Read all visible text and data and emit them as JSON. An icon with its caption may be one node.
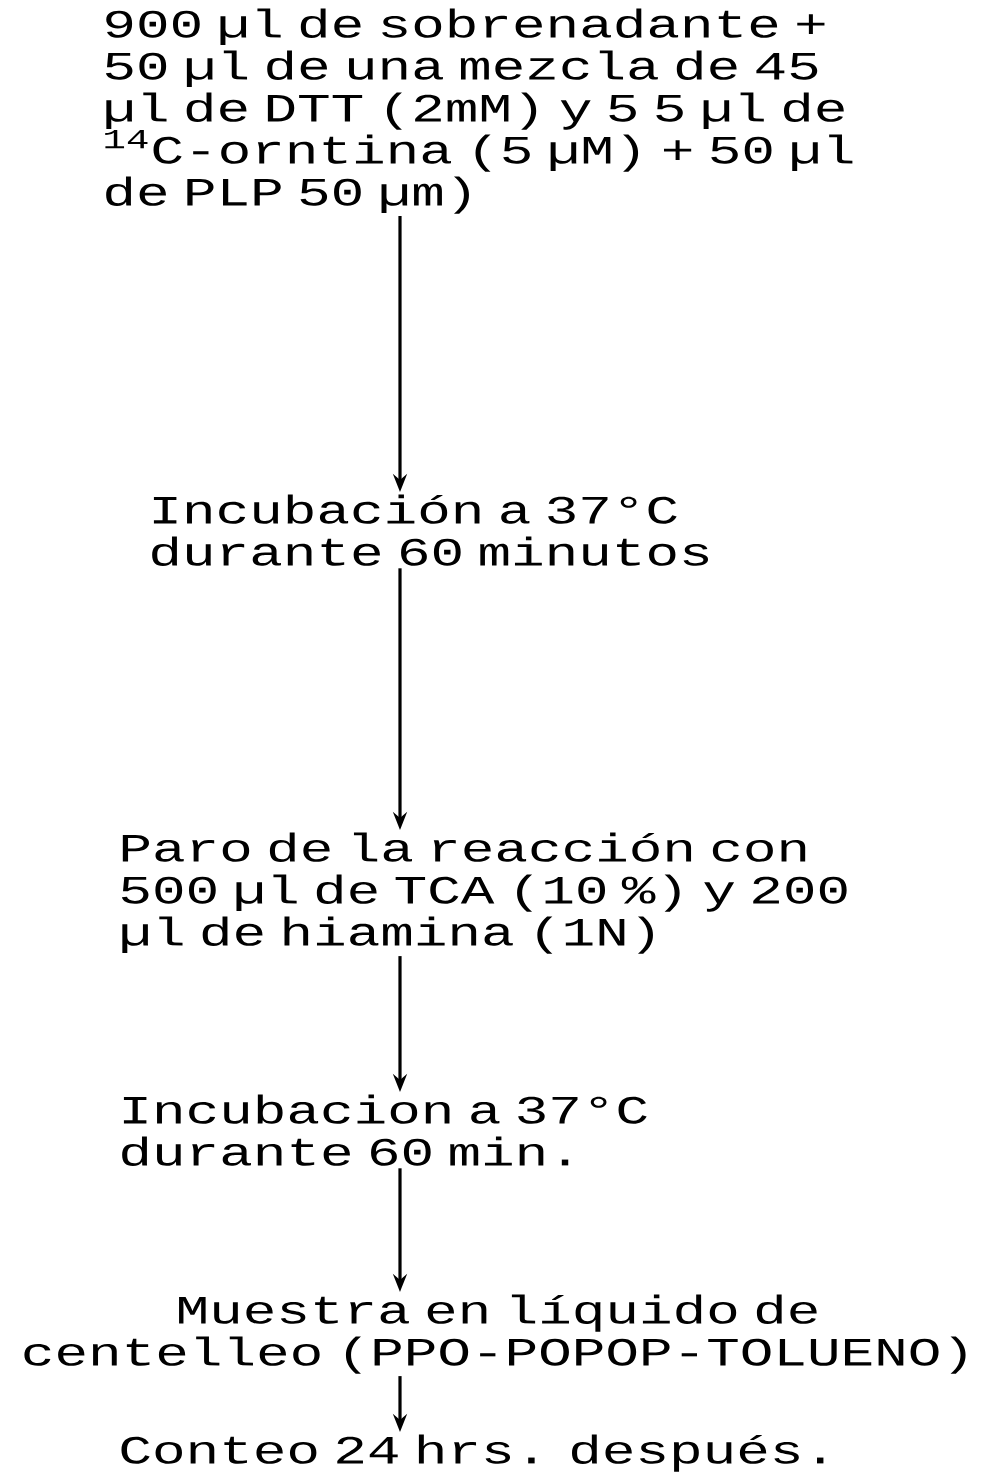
{
  "diagram": {
    "nodes": [
      {
        "text": [
          "900 µl de sobrenadante + 50 µl de una mezcla de 45 µl de DTT (2mM) y 5 5 µl de $^{14}$C-orntina (5 µM) + 50 µl de PLP 50 µm)"
        ]
      },
      {
        "text": [
          "Incubación a 37°C durante 60 minutos"
        ]
      },
      {
        "text": [
          "Paro de la reacción con 500 µl de TCA (10 %) y 200 µl de hiamina (1N)"
        ]
      },
      {
        "text": [
          "Incubacion a 37°C durante 60 min."
        ]
      },
      {
        "text": [
          "Muestra en líquido de centelleo (PPO-POPOP-TOLUENO)"
        ]
      },
      {
        "text": [
          "Conteo 24 hrs. después."
        ]
      }
    ],
    "edges": [
      {
        "from": 0,
        "to": 1,
        "arrow": "to"
      },
      {
        "from": 1,
        "to": 2,
        "arrow": "to"
      },
      {
        "from": 2,
        "to": 3,
        "arrow": "to"
      },
      {
        "from": 3,
        "to": 4,
        "arrow": "to"
      },
      {
        "from": 4,
        "to": 5,
        "arrow": "to"
      }
    ]
  }
}
